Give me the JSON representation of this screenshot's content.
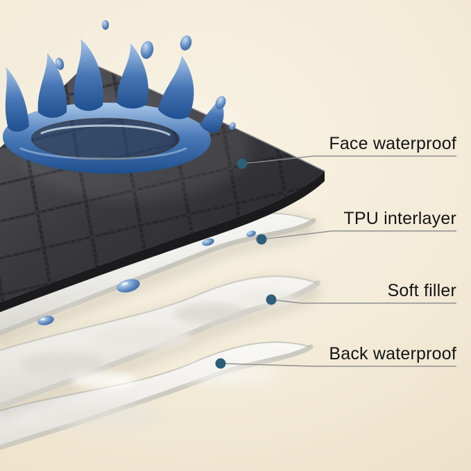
{
  "callouts": [
    {
      "label": "Face waterproof"
    },
    {
      "label": "TPU interlayer"
    },
    {
      "label": "Soft filler"
    },
    {
      "label": "Back waterproof"
    }
  ],
  "colors": {
    "background": "#f2e9d6",
    "callout_dot": "#2f5e78",
    "callout_line": "#8f8f8f",
    "label_text": "#141414",
    "face_layer_dark": "#3a3a3e",
    "splash_blue_dark": "#1f4f8f",
    "splash_blue_light": "#a9c8ea",
    "sheet_white": "#f5f4f1"
  },
  "icons": [
    {
      "name": "callout-dot",
      "shape": "filled-circle"
    }
  ]
}
